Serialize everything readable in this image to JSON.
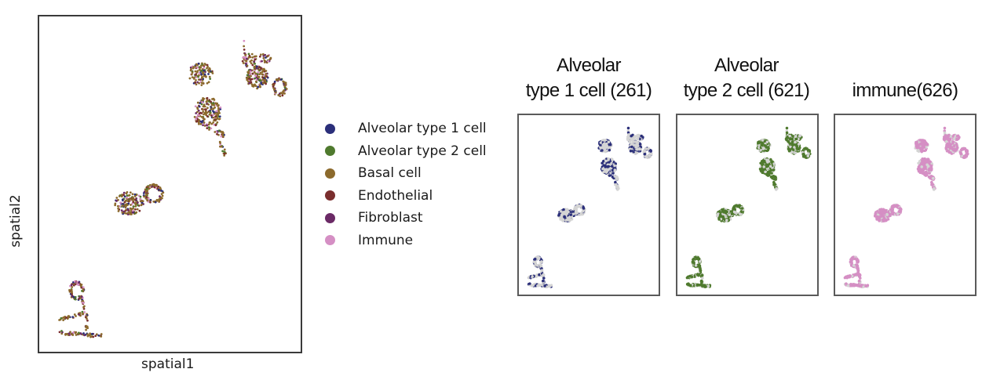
{
  "main_plot": {
    "xlabel": "spatial1",
    "ylabel": "spatial2"
  },
  "legend": {
    "items": [
      {
        "label": "Alveolar type 1 cell",
        "color": "#2b2f7a"
      },
      {
        "label": "Alveolar type 2 cell",
        "color": "#4f7a2e"
      },
      {
        "label": "Basal cell",
        "color": "#8c6a2c"
      },
      {
        "label": "Endothelial",
        "color": "#7a2e2e"
      },
      {
        "label": "Fibroblast",
        "color": "#6b2a66"
      },
      {
        "label": "Immune",
        "color": "#d58fc4"
      }
    ]
  },
  "panels": [
    {
      "title_line1": "Alveolar",
      "title_line2": "type 1 cell (261)",
      "color": "#2b2f7a"
    },
    {
      "title_line1": "Alveolar",
      "title_line2": "type 2 cell (621)",
      "color": "#4f7a2e"
    },
    {
      "title_line1": "",
      "title_line2": "immune(626)",
      "color": "#d58fc4"
    }
  ],
  "chart_data": [
    {
      "type": "scatter",
      "title": "",
      "xlabel": "spatial1",
      "ylabel": "spatial2",
      "grid": false,
      "legend_position": "right",
      "series": [
        {
          "name": "Alveolar type 1 cell",
          "color": "#2b2f7a"
        },
        {
          "name": "Alveolar type 2 cell",
          "color": "#4f7a2e"
        },
        {
          "name": "Basal cell",
          "color": "#8c6a2c"
        },
        {
          "name": "Endothelial",
          "color": "#7a2e2e"
        },
        {
          "name": "Fibroblast",
          "color": "#6b2a66"
        },
        {
          "name": "Immune",
          "color": "#d58fc4"
        }
      ],
      "clusters_approx_norm_xy": [
        {
          "x": 0.08,
          "y": 0.14,
          "desc": "lower-left hook/L-shaped tissue"
        },
        {
          "x": 0.35,
          "y": 0.44,
          "desc": "middle crescent tissue"
        },
        {
          "x": 0.62,
          "y": 0.71,
          "desc": "upper-middle irregular tissue"
        },
        {
          "x": 0.61,
          "y": 0.84,
          "desc": "upper round tissue"
        },
        {
          "x": 0.82,
          "y": 0.84,
          "desc": "upper-right round tissue"
        },
        {
          "x": 0.87,
          "y": 0.79,
          "desc": "far-right small round tissue"
        },
        {
          "x": 0.79,
          "y": 0.92,
          "desc": "top-right sparse tissue"
        }
      ]
    },
    {
      "type": "scatter",
      "title": "Alveolar type 1 cell (261)",
      "highlight_color": "#2b2f7a",
      "background_color": "#d0d0d0",
      "count": 261
    },
    {
      "type": "scatter",
      "title": "Alveolar type 2 cell (621)",
      "highlight_color": "#4f7a2e",
      "background_color": "#d0d0d0",
      "count": 621
    },
    {
      "type": "scatter",
      "title": "immune(626)",
      "highlight_color": "#d58fc4",
      "background_color": "#d0d0d0",
      "count": 626
    }
  ]
}
